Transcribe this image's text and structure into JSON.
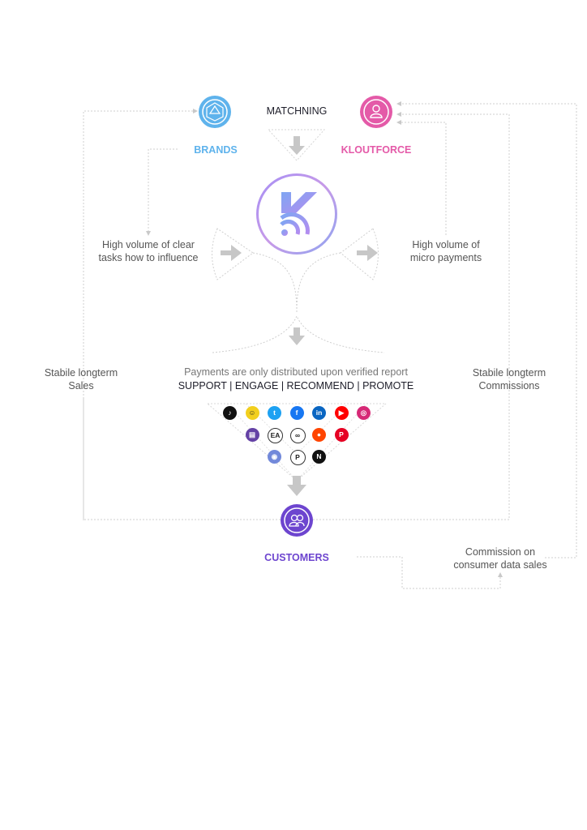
{
  "nodes": {
    "brands": {
      "label": "BRANDS",
      "color": "#5fb3ec",
      "icon": "geodesic-sphere-icon"
    },
    "kloutforce": {
      "label": "KLOUTFORCE",
      "color": "#e45aa8",
      "icon": "person-icon"
    },
    "customers": {
      "label": "CUSTOMERS",
      "color": "#6d45cf",
      "icon": "people-icon"
    },
    "center": {
      "icon": "kloutforce-logo-icon"
    }
  },
  "labels": {
    "matching": "MATCHNING",
    "tasks_line1": "High volume of clear",
    "tasks_line2": "tasks how to influence",
    "micro_line1": "High volume of",
    "micro_line2": "micro payments",
    "payments_note": "Payments are only distributed upon verified report",
    "actions": "SUPPORT | ENGAGE | RECOMMEND | PROMOTE",
    "sales_line1": "Stabile longterm",
    "sales_line2": "Sales",
    "commissions_line1": "Stabile longterm",
    "commissions_line2": "Commissions",
    "data_line1": "Commission on",
    "data_line2": "consumer data sales"
  },
  "social_icons": [
    {
      "name": "tiktok-icon",
      "glyph": "♪",
      "color": "#111111"
    },
    {
      "name": "snapchat-icon",
      "glyph": "☺",
      "color": "#f2cf1d"
    },
    {
      "name": "twitter-icon",
      "glyph": "t",
      "color": "#1da1f2"
    },
    {
      "name": "facebook-icon",
      "glyph": "f",
      "color": "#1877f2"
    },
    {
      "name": "linkedin-icon",
      "glyph": "in",
      "color": "#0a66c2"
    },
    {
      "name": "youtube-icon",
      "glyph": "▶",
      "color": "#ff0000"
    },
    {
      "name": "instagram-icon",
      "glyph": "◎",
      "color": "#d62976"
    },
    {
      "name": "twitch-icon",
      "glyph": "▤",
      "color": "#6441a5"
    },
    {
      "name": "ea-icon",
      "glyph": "EA",
      "color": "#ffffff"
    },
    {
      "name": "meta-icon",
      "glyph": "∞",
      "color": "#ffffff"
    },
    {
      "name": "reddit-icon",
      "glyph": "●",
      "color": "#ff4500"
    },
    {
      "name": "pinterest-icon",
      "glyph": "P",
      "color": "#e60023"
    },
    {
      "name": "discord-icon",
      "glyph": "◉",
      "color": "#7289da"
    },
    {
      "name": "playstation-icon",
      "glyph": "P",
      "color": "#ffffff"
    },
    {
      "name": "nvidia-icon",
      "glyph": "N",
      "color": "#111111"
    }
  ]
}
